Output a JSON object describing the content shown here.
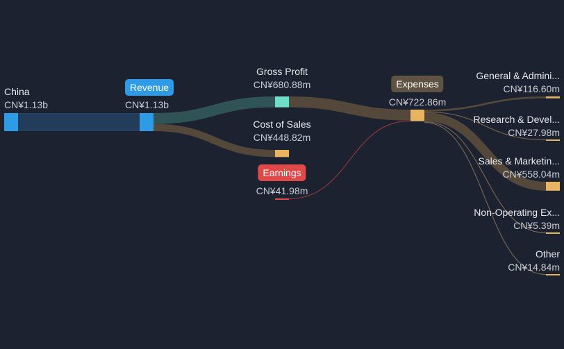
{
  "chart_data": {
    "type": "sankey",
    "nodes": [
      {
        "id": "china",
        "label": "China",
        "value_label": "CN¥1.13b",
        "value": 1130
      },
      {
        "id": "revenue",
        "label": "Revenue",
        "value_label": "CN¥1.13b",
        "value": 1130
      },
      {
        "id": "gross_profit",
        "label": "Gross Profit",
        "value_label": "CN¥680.88m",
        "value": 680.88
      },
      {
        "id": "cost_of_sales",
        "label": "Cost of Sales",
        "value_label": "CN¥448.82m",
        "value": 448.82
      },
      {
        "id": "earnings",
        "label": "Earnings",
        "value_label": "CN¥41.98m",
        "value": 41.98
      },
      {
        "id": "expenses",
        "label": "Expenses",
        "value_label": "CN¥722.86m",
        "value": 722.86
      },
      {
        "id": "gen_admin",
        "label": "General & Admini...",
        "value_label": "CN¥116.60m",
        "value": 116.6
      },
      {
        "id": "research",
        "label": "Research & Devel...",
        "value_label": "CN¥27.98m",
        "value": 27.98
      },
      {
        "id": "sales_marketing",
        "label": "Sales & Marketin...",
        "value_label": "CN¥558.04m",
        "value": 558.04
      },
      {
        "id": "non_operating",
        "label": "Non-Operating Ex...",
        "value_label": "CN¥5.39m",
        "value": 5.39
      },
      {
        "id": "other",
        "label": "Other",
        "value_label": "CN¥14.84m",
        "value": 14.84
      }
    ],
    "links": [
      {
        "source": "china",
        "target": "revenue",
        "value": 1130
      },
      {
        "source": "revenue",
        "target": "gross_profit",
        "value": 680.88
      },
      {
        "source": "revenue",
        "target": "cost_of_sales",
        "value": 448.82
      },
      {
        "source": "gross_profit",
        "target": "expenses",
        "value": 680.88
      },
      {
        "source": "earnings",
        "target": "expenses",
        "value": 41.98
      },
      {
        "source": "expenses",
        "target": "gen_admin",
        "value": 116.6
      },
      {
        "source": "expenses",
        "target": "research",
        "value": 27.98
      },
      {
        "source": "expenses",
        "target": "sales_marketing",
        "value": 558.04
      },
      {
        "source": "expenses",
        "target": "non_operating",
        "value": 5.39
      },
      {
        "source": "expenses",
        "target": "other",
        "value": 14.84
      }
    ]
  },
  "colors": {
    "background": "#1d2230",
    "revenue_blue": "#2f9be6",
    "profit_teal": "#6ee0c8",
    "profit_flow": "#335a5a",
    "expense_gold": "#e8b460",
    "expense_flow": "#5a4c3c",
    "earnings_red": "#e24848",
    "expenses_pill": "#5e5242",
    "china_flow": "#23405e"
  }
}
